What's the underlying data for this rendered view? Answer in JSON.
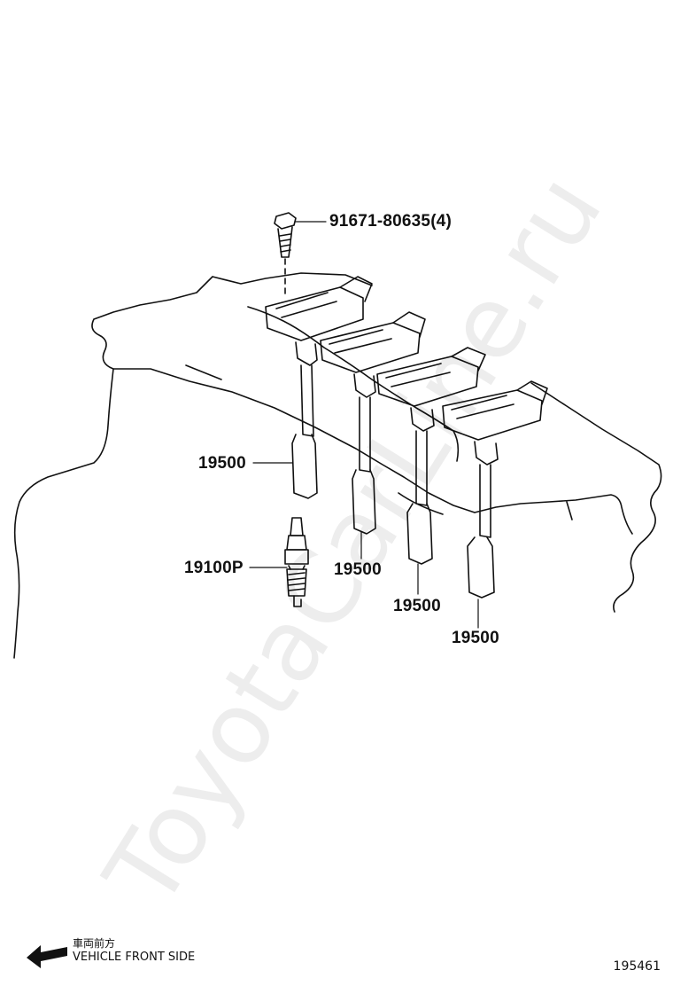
{
  "diagram": {
    "watermark": "ToyotaCarLine.ru",
    "parts": {
      "bolt": "91671-80635(4)",
      "coil_1": "19500",
      "coil_2": "19500",
      "coil_3": "19500",
      "coil_4": "19500",
      "spark_plug": "19100P"
    },
    "orientation": {
      "label_jp": "車両前方",
      "label_en": "VEHICLE FRONT SIDE",
      "arrow_icon": "arrow-left-icon"
    },
    "figure_number": "195461"
  }
}
